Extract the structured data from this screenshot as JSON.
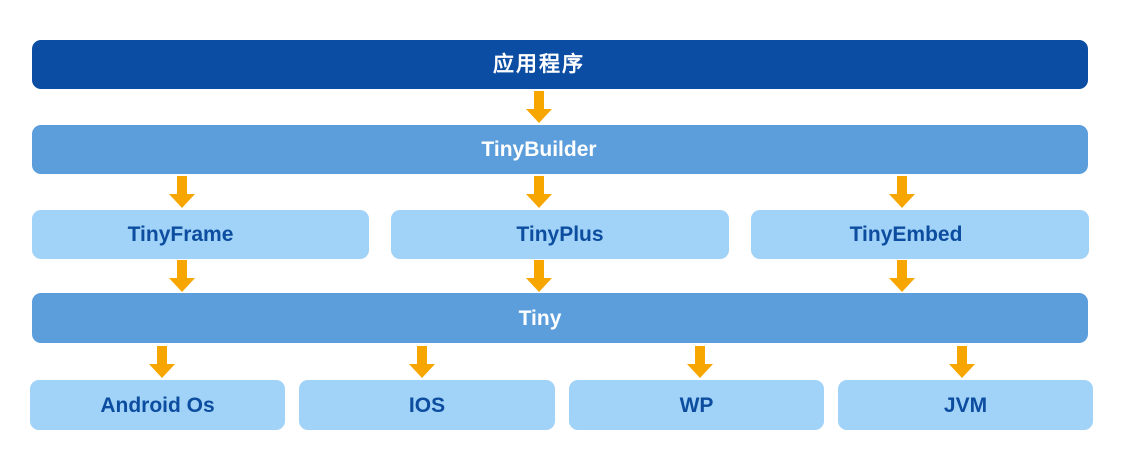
{
  "diagram": {
    "type": "layered-architecture",
    "background": "#ffffff"
  },
  "colors": {
    "dark_blue": "#0b4da2",
    "medium_blue": "#5c9edb",
    "light_blue": "#a1d2f7",
    "arrow_orange": "#f7a600",
    "label_on_light": "#0c4da0",
    "label_on_dark": "#ffffff",
    "background": "#ffffff"
  },
  "nodes": {
    "application": {
      "label": "应用程序"
    },
    "tinybuilder": {
      "label": "TinyBuilder"
    },
    "tinyframe": {
      "label": "TinyFrame"
    },
    "tinyplus": {
      "label": "TinyPlus"
    },
    "tinyembed": {
      "label": "TinyEmbed"
    },
    "tiny": {
      "label": "Tiny"
    },
    "androidos": {
      "label": "Android Os"
    },
    "ios": {
      "label": "IOS"
    },
    "wp": {
      "label": "WP"
    },
    "jvm": {
      "label": "JVM"
    }
  },
  "edges": [
    {
      "from": "应用程序",
      "to": "TinyBuilder"
    },
    {
      "from": "TinyBuilder",
      "to": "TinyFrame"
    },
    {
      "from": "TinyBuilder",
      "to": "TinyPlus"
    },
    {
      "from": "TinyBuilder",
      "to": "TinyEmbed"
    },
    {
      "from": "TinyFrame",
      "to": "Tiny"
    },
    {
      "from": "TinyPlus",
      "to": "Tiny"
    },
    {
      "from": "TinyEmbed",
      "to": "Tiny"
    },
    {
      "from": "Tiny",
      "to": "Android Os"
    },
    {
      "from": "Tiny",
      "to": "IOS"
    },
    {
      "from": "Tiny",
      "to": "WP"
    },
    {
      "from": "Tiny",
      "to": "JVM"
    }
  ]
}
